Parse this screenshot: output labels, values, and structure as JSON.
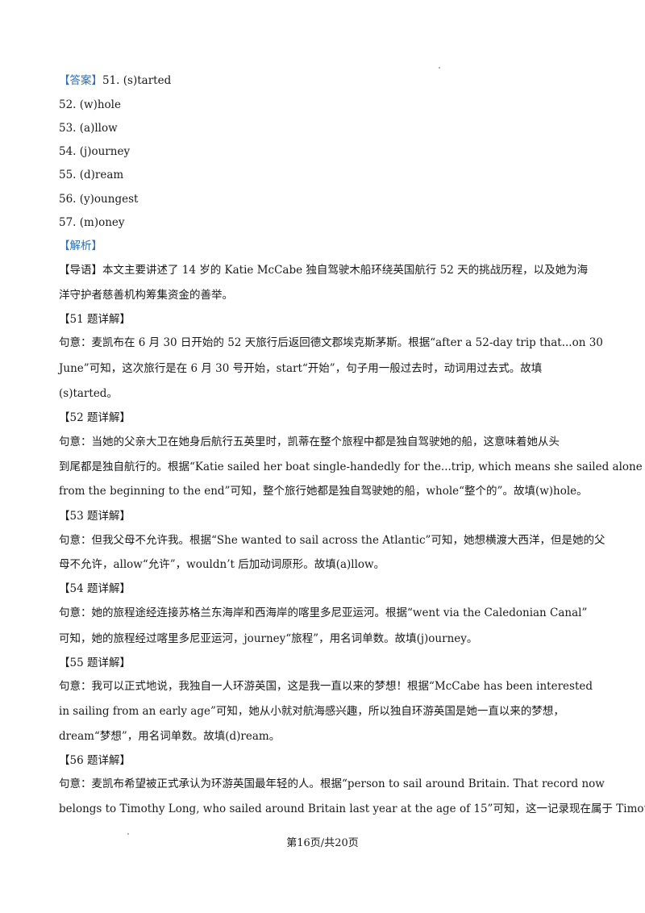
{
  "answer": {
    "label": "【答案】",
    "items": [
      "51. (s)tarted",
      "52. (w)hole",
      "53. (a)llow",
      "54. (j)ourney",
      "55. (d)ream",
      "56. (y)oungest",
      "57. (m)oney"
    ]
  },
  "analysis_label": "【解析】",
  "intro": [
    "【导语】本文主要讲述了 14 岁的 Katie McCabe 独自驾驶木船环绕英国航行 52 天的挑战历程，以及她为海",
    "洋守护者慈善机构筹集资金的善举。"
  ],
  "sections": [
    {
      "title": "【51 题详解】",
      "lines": [
        "句意：麦凯布在 6 月 30 日开始的 52 天旅行后返回德文郡埃克斯茅斯。根据“after a 52-day trip that...on 30",
        "June”可知，这次旅行是在 6 月 30 号开始，start“开始”，句子用一般过去时，动词用过去式。故填",
        "(s)tarted。"
      ]
    },
    {
      "title": "【52 题详解】",
      "lines": [
        "句意：当她的父亲大卫在她身后航行五英里时，凯蒂在整个旅程中都是独自驾驶她的船，这意味着她从头",
        "到尾都是独自航行的。根据“Katie sailed her boat single-handedly for the...trip, which means she sailed alone",
        "from the beginning to the end”可知，整个旅行她都是独自驾驶她的船，whole“整个的”。故填(w)hole。"
      ]
    },
    {
      "title": "【53 题详解】",
      "lines": [
        "句意：但我父母不允许我。根据“She wanted to sail across the Atlantic”可知，她想横渡大西洋，但是她的父",
        "母不允许，allow“允许”，wouldn’t 后加动词原形。故填(a)llow。"
      ]
    },
    {
      "title": "【54 题详解】",
      "lines": [
        "句意：她的旅程途经连接苏格兰东海岸和西海岸的喀里多尼亚运河。根据“went via the Caledonian Canal”",
        "可知，她的旅程经过喀里多尼亚运河，journey“旅程”，用名词单数。故填(j)ourney。"
      ]
    },
    {
      "title": "【55 题详解】",
      "lines": [
        "句意：我可以正式地说，我独自一人环游英国，这是我一直以来的梦想！根据“McCabe has been interested",
        "in sailing from an early age”可知，她从小就对航海感兴趣，所以独自环游英国是她一直以来的梦想，",
        "dream“梦想”，用名词单数。故填(d)ream。"
      ]
    },
    {
      "title": "【56 题详解】",
      "lines": [
        "句意：麦凯布希望被正式承认为环游英国最年轻的人。根据“person to sail around Britain. That record now",
        "belongs to Timothy Long, who sailed around Britain last year at the age of 15”可知，这一记录现在属于 Timothy"
      ]
    }
  ],
  "footer": "第16页/共20页"
}
